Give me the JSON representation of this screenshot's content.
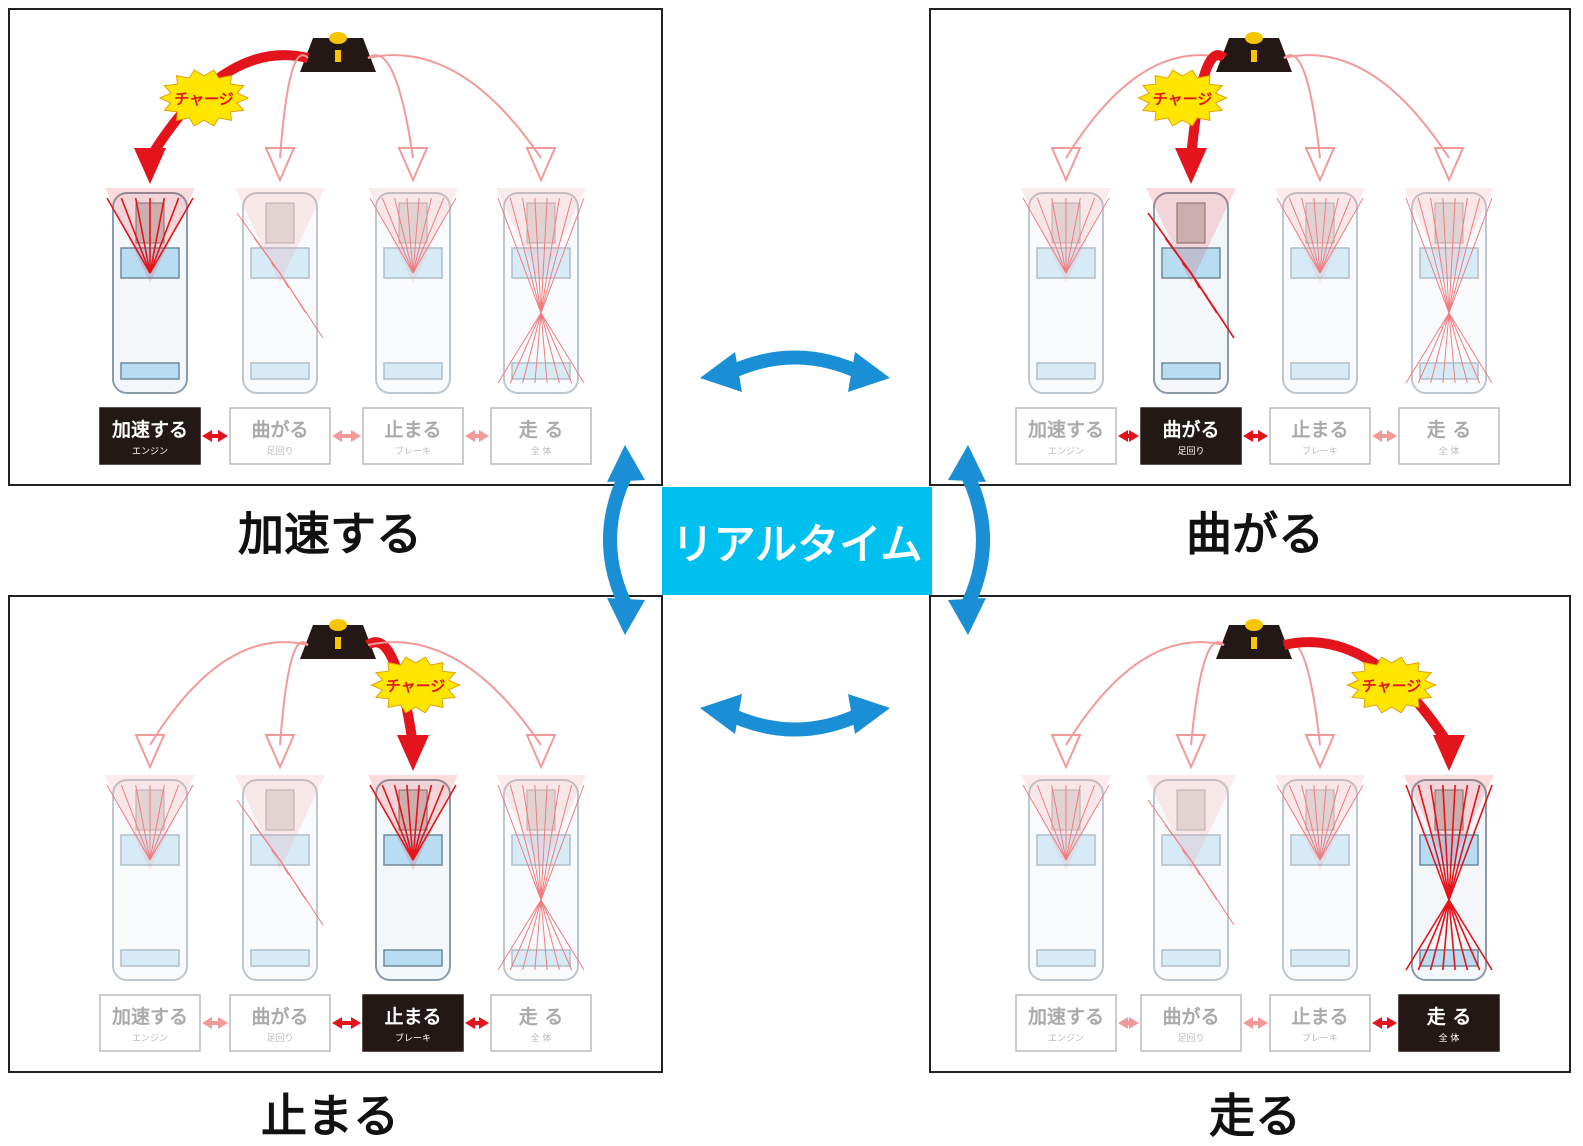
{
  "center_label": "リアルタイム",
  "charge_label": "チャージ",
  "stages": [
    {
      "label": "加速する",
      "sub": "エンジン"
    },
    {
      "label": "曲がる",
      "sub": "足回り"
    },
    {
      "label": "止まる",
      "sub": "ブレーキ"
    },
    {
      "label": "走 る",
      "sub": "全 体"
    }
  ],
  "panels": [
    {
      "caption": "加速する",
      "active": 0
    },
    {
      "caption": "曲がる",
      "active": 1
    },
    {
      "caption": "止まる",
      "active": 2
    },
    {
      "caption": "走る",
      "active": 3
    }
  ],
  "colors": {
    "accent_red": "#e3141b",
    "light_red": "#f29a9a",
    "blue_arrow": "#1a8fd6",
    "center_bg": "#00c0f0",
    "charge_yellow": "#ffe600",
    "active_box": "#231815"
  }
}
